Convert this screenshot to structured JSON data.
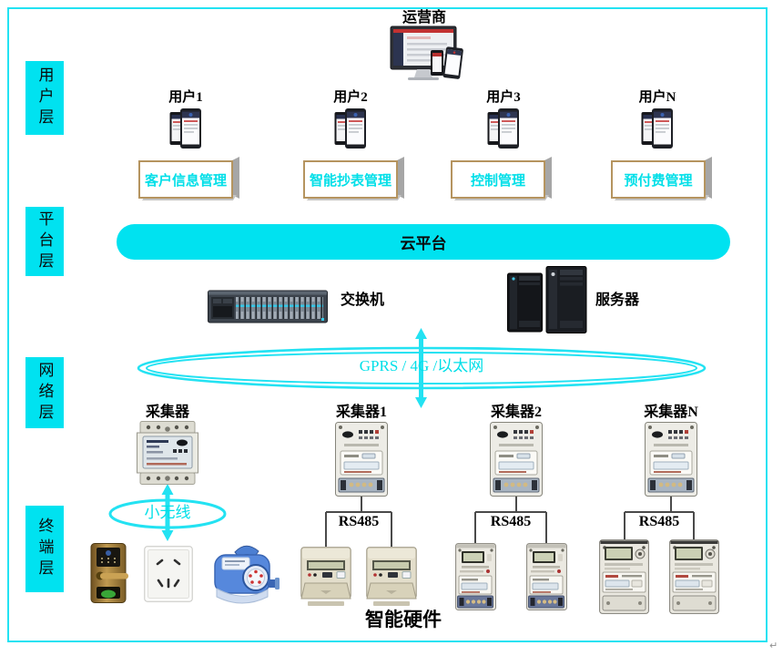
{
  "colors": {
    "cyan_fill": "#00e2f0",
    "cyan_stroke": "#23e2f2",
    "cyan_text": "#00dfe8",
    "box_border": "#b5945f",
    "box_side": "#a6a6a6",
    "line": "#4a4a4a"
  },
  "layers": [
    {
      "label": "用户层"
    },
    {
      "label": "平台层"
    },
    {
      "label": "网络层"
    },
    {
      "label": "终端层"
    }
  ],
  "operator": {
    "label": "运营商"
  },
  "users": [
    {
      "label": "用户1"
    },
    {
      "label": "用户2"
    },
    {
      "label": "用户3"
    },
    {
      "label": "用户N"
    }
  ],
  "modules": [
    {
      "label": "客户信息管理"
    },
    {
      "label": "智能抄表管理"
    },
    {
      "label": "控制管理"
    },
    {
      "label": "预付费管理"
    }
  ],
  "platform": {
    "label": "云平台"
  },
  "network": {
    "switch_label": "交换机",
    "server_label": "服务器",
    "backbone_label": "GPRS / 4G /以太网"
  },
  "collectors": [
    {
      "label": "采集器"
    },
    {
      "label": "采集器1"
    },
    {
      "label": "采集器2"
    },
    {
      "label": "采集器N"
    }
  ],
  "wireless": {
    "label": "小无线"
  },
  "buses": [
    {
      "label": "RS485"
    },
    {
      "label": "RS485"
    },
    {
      "label": "RS485"
    }
  ],
  "footer": {
    "label": "智能硬件"
  },
  "page": {
    "return_mark": "↵"
  }
}
